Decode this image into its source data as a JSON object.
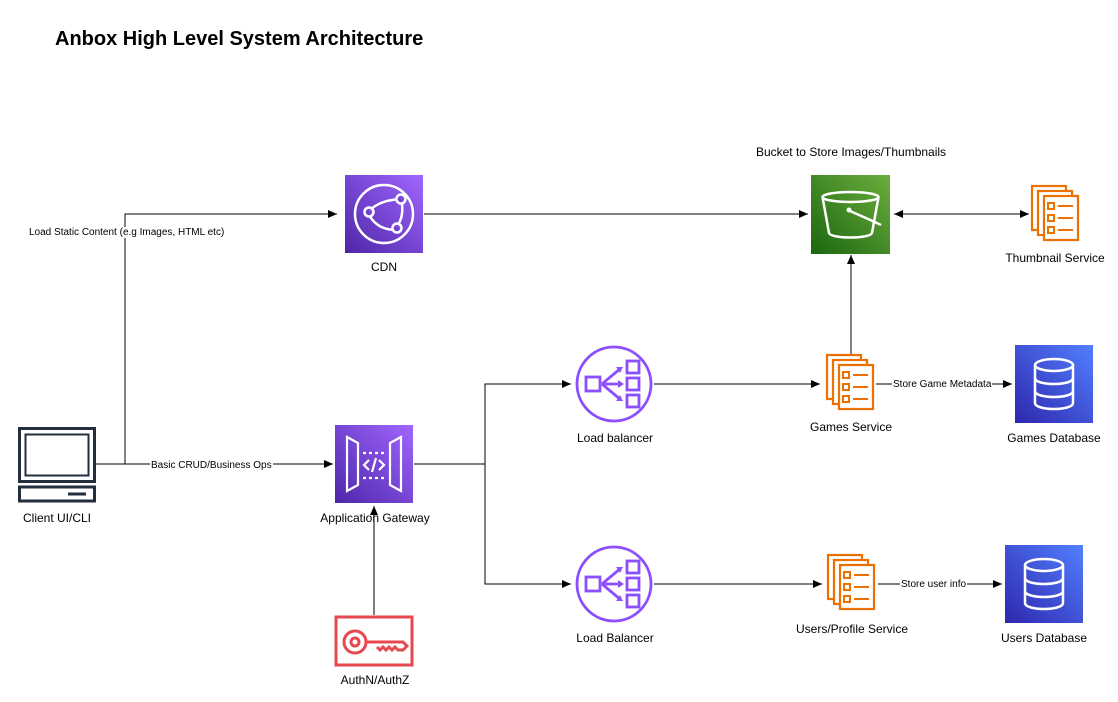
{
  "title": "Anbox High Level System Architecture",
  "nodes": {
    "client": "Client UI/CLI",
    "cdn": "CDN",
    "gateway": "Application Gateway",
    "auth": "AuthN/AuthZ",
    "lb_games": "Load balancer",
    "lb_users": "Load Balancer",
    "bucket": "Bucket to Store Images/Thumbnails",
    "thumbnail_service": "Thumbnail Service",
    "games_service": "Games Service",
    "games_db": "Games Database",
    "users_service": "Users/Profile Service",
    "users_db": "Users Database"
  },
  "edges": {
    "static_content": "Load Static Content (e.g Images, HTML etc)",
    "crud": "Basic CRUD/Business Ops",
    "store_game_metadata": "Store Game Metadata",
    "store_user_info": "Store user info"
  },
  "colors": {
    "cdn": "#8C4FFF",
    "gateway": "#8C4FFF",
    "load_balancer": "#8C4FFF",
    "bucket": "#3F8624",
    "service": "#ED7100",
    "database": "#3334B9",
    "auth": "#E7484F",
    "line": "#000000"
  },
  "icons": {
    "client": "desktop-computer-icon",
    "cdn": "cloudfront-icon",
    "gateway": "api-gateway-icon",
    "auth": "key-icon",
    "load_balancer": "load-balancer-icon",
    "bucket": "s3-bucket-icon",
    "service": "server-stack-icon",
    "database": "database-icon"
  }
}
